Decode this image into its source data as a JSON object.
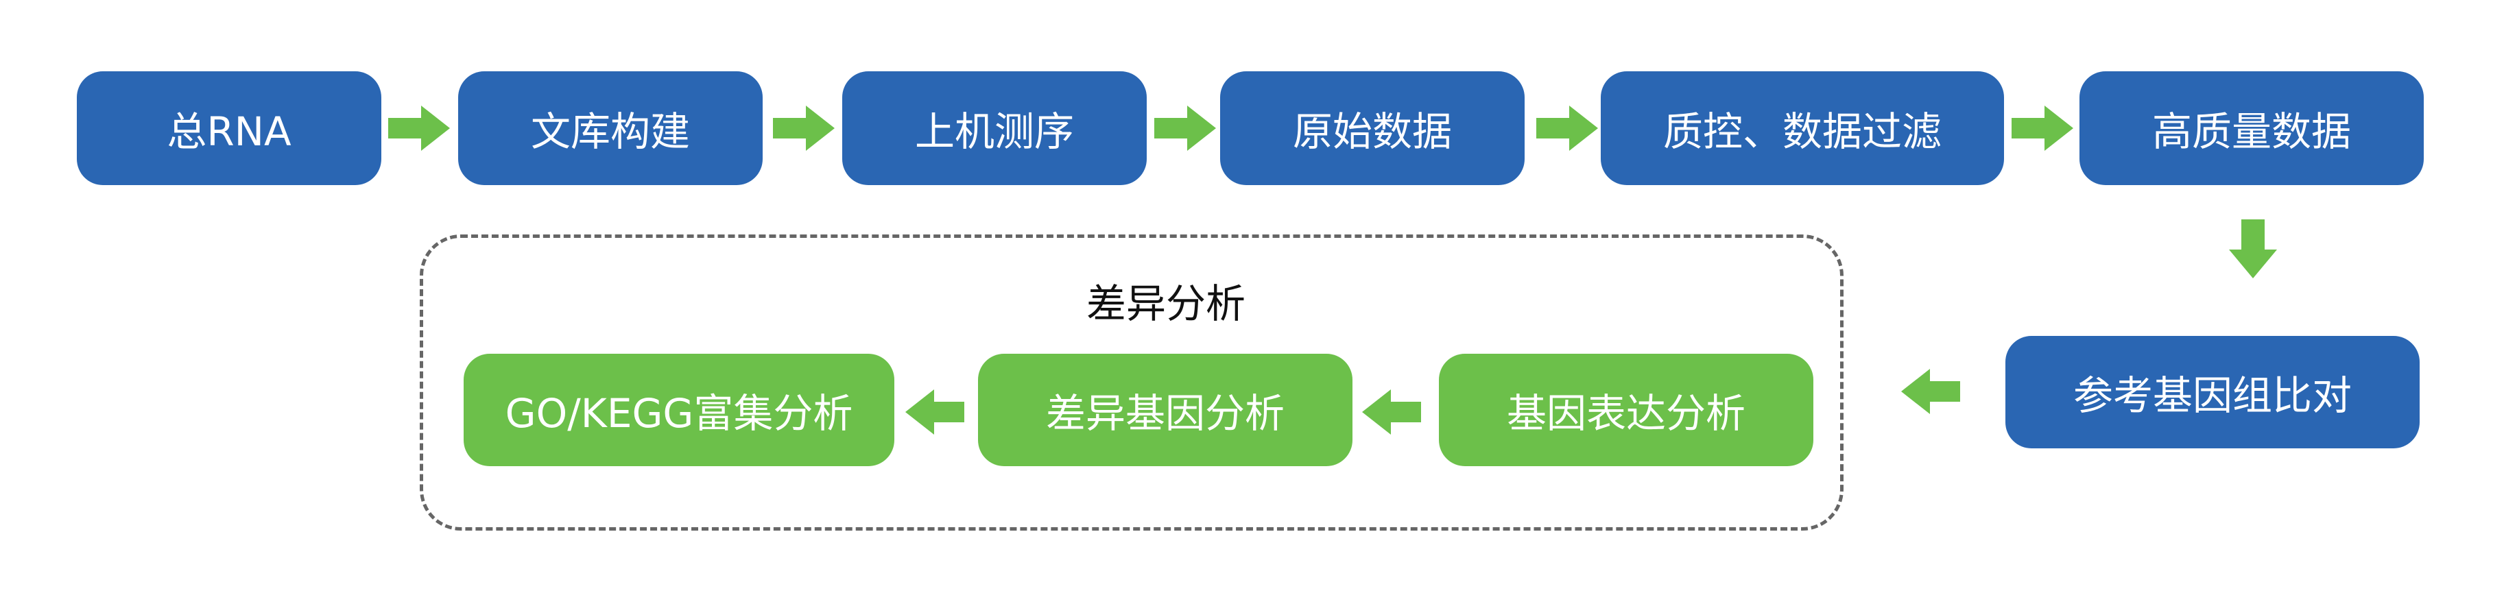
{
  "pipeline_top": [
    "总RNA",
    "文库构建",
    "上机测序",
    "原始数据",
    "质控、数据过滤",
    "高质量数据"
  ],
  "alignment_step": "参考基因组比对",
  "analysis_group": {
    "title": "差异分析",
    "steps": [
      "GO/KEGG富集分析",
      "差异基因分析",
      "基因表达分析"
    ]
  },
  "colors": {
    "process_box": "#2a66b3",
    "analysis_box": "#6cc04a",
    "arrow": "#6cc04a",
    "group_border": "#666666",
    "box_text": "#ffffff"
  }
}
